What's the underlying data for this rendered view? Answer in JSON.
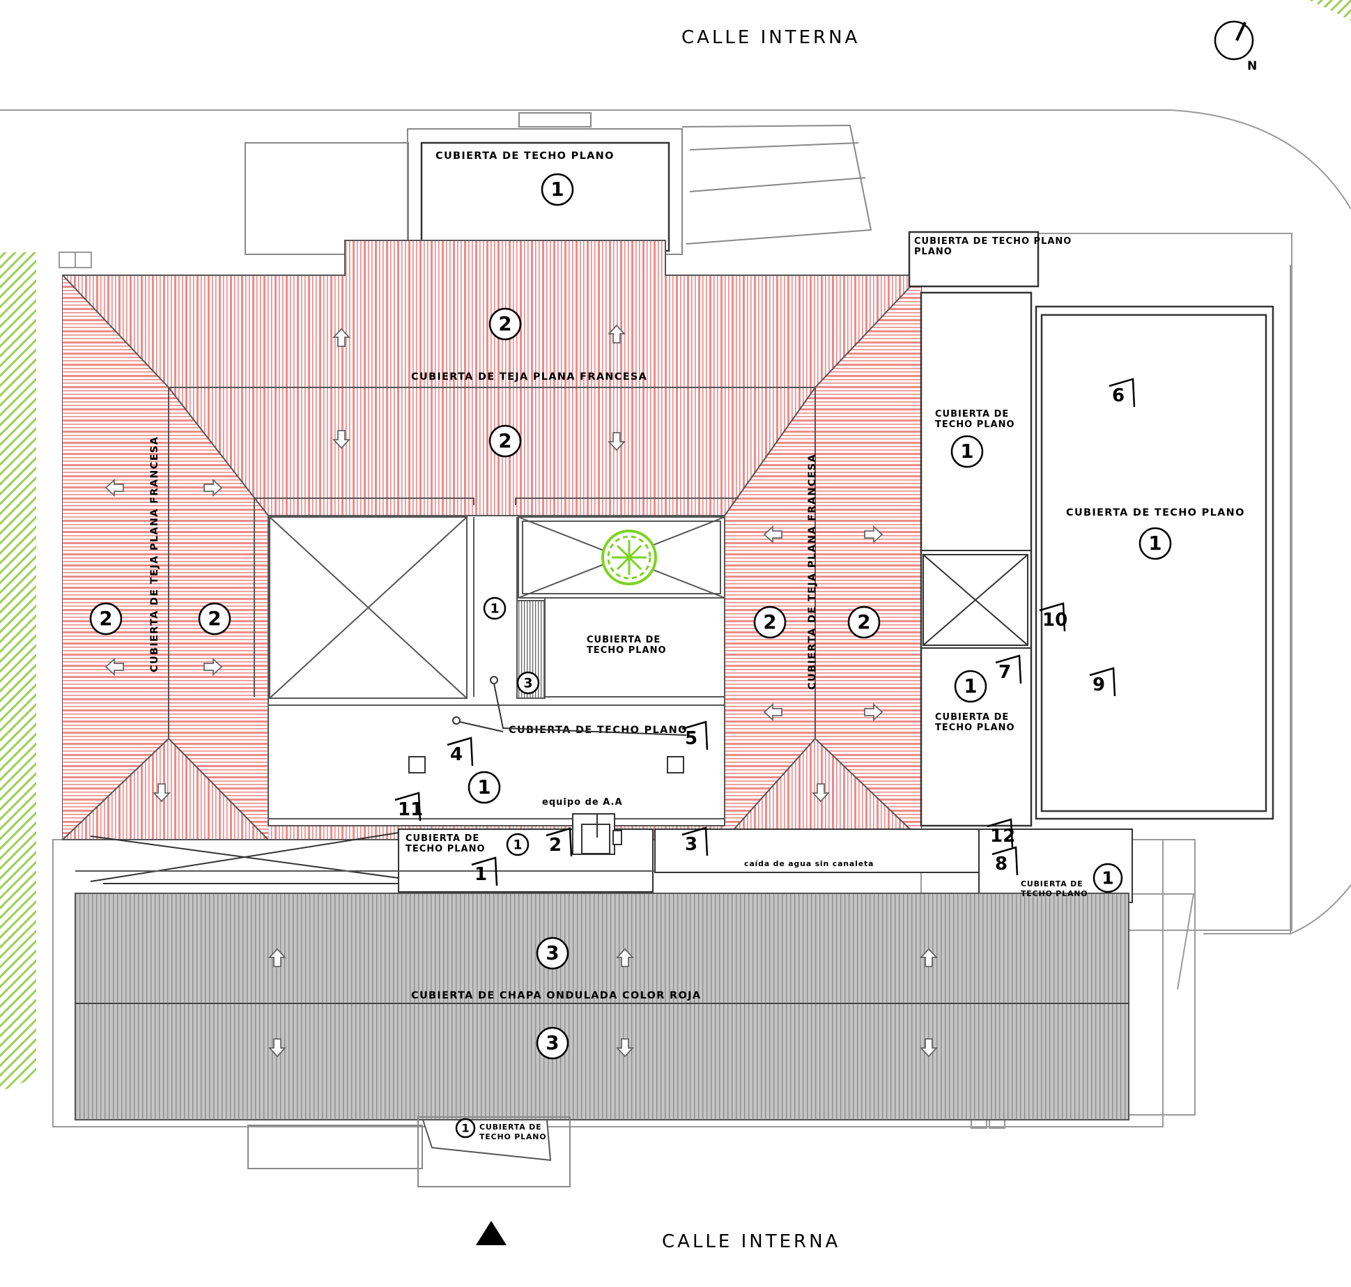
{
  "streets": {
    "top": "CALLE INTERNA",
    "bottom": "CALLE INTERNA"
  },
  "north_label": "N",
  "labels": {
    "flat_roof": "CUBIERTA DE TECHO PLANO",
    "flat_roof_line1": "CUBIERTA DE",
    "flat_roof_line2": "TECHO PLANO",
    "flat_roof_top_right_line2": "PLANO",
    "tile_roof": "CUBIERTA DE TEJA PLANA FRANCESA",
    "sheet_roof": "CUBIERTA DE CHAPA ONDULADA COLOR ROJA",
    "ac_equipment": "equipo de A.A",
    "water_fall": "caída de agua sin canaleta"
  },
  "roof_types": {
    "flat": "1",
    "tile": "2",
    "sheet": "3"
  },
  "detail_markers": [
    "1",
    "2",
    "3",
    "4",
    "5",
    "6",
    "7",
    "8",
    "9",
    "10",
    "11",
    "12"
  ],
  "colors": {
    "tile_stripe": "#ef8a8a",
    "sheet_fill": "#bdbdbd",
    "sheet_line": "#8d8d8d",
    "vegetation": "#8cc63f",
    "tree": "#7ed321",
    "line": "#555555"
  }
}
